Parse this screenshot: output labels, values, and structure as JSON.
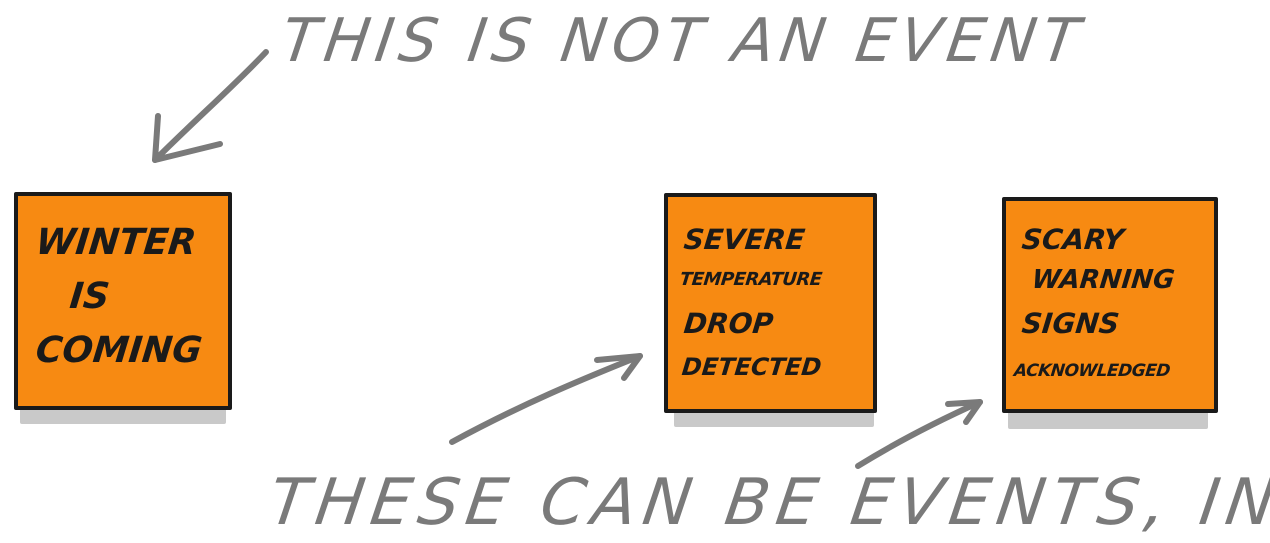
{
  "captions": {
    "top": "THIS IS NOT AN EVENT",
    "bottom": "THESE CAN BE EVENTS, INSTEAD"
  },
  "notes": [
    {
      "id": "winter",
      "lines": [
        "WINTER",
        "IS",
        "COMING"
      ]
    },
    {
      "id": "severe",
      "lines": [
        "SEVERE",
        "TEMPERATURE",
        "DROP",
        "DETECTED"
      ]
    },
    {
      "id": "scary",
      "lines": [
        "SCARY",
        "WARNING",
        "SIGNS",
        "ACKNOWLEDGED"
      ]
    }
  ],
  "colors": {
    "note_fill": "#f78a12",
    "note_border": "#1a1a1a",
    "shadow": "#c9c9c9",
    "annotation": "#7a7a7a"
  }
}
